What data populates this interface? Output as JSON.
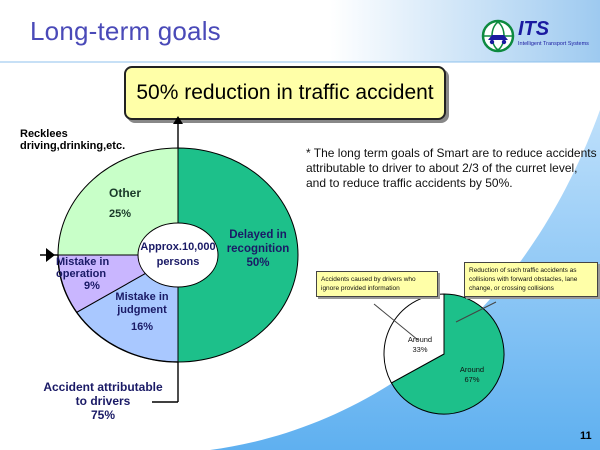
{
  "header": {
    "title": "Long-term goals",
    "logo_text": "ITS",
    "logo_sub": "Intelligent Transport Systems",
    "logo_icon": "globe-car-icon"
  },
  "headline": "50% reduction in traffic accident",
  "left_chart": {
    "annotation_top": "Recklees driving,drinking,etc.",
    "center": [
      "Approx.10,000",
      "persons"
    ],
    "segments": [
      {
        "label": [
          "Delayed in",
          "recognition"
        ],
        "value_label": "50%",
        "value": 50,
        "color": "#1dc08a"
      },
      {
        "label": [
          "Mistake in",
          "judgment"
        ],
        "value_label": "16%",
        "value": 16,
        "color": "#a9c8ff"
      },
      {
        "label": [
          "Mistake in",
          "operation"
        ],
        "value_label": "9%",
        "value": 9,
        "color": "#c9b6ff"
      },
      {
        "label": [
          "Other"
        ],
        "value_label": "25%",
        "value": 25,
        "color": "#c8ffc8"
      }
    ],
    "bottom_label": [
      "Accident attributable",
      "to drivers",
      "75%"
    ]
  },
  "note": "* The long term goals of Smart are to reduce accidents attributable to driver to about 2/3 of the curret level, and to reduce traffic accidents by 50%.",
  "right_chart": {
    "segments": [
      {
        "label": "Around",
        "value_label": "33%",
        "value": 33,
        "color": "#ffffff"
      },
      {
        "label": "Around",
        "value_label": "67%",
        "value": 67,
        "color": "#1dc08a"
      }
    ],
    "callout_left": "Accidents caused by drivers who ignore provided information",
    "callout_right": "Reduction of such traffic accidents as collisions with forward obstacles, lane change, or crossing collisions"
  },
  "page_number": "11",
  "colors": {
    "title": "#4a4ab8",
    "highlight": "#ffffa8",
    "green": "#1dc08a",
    "background_blue": "#6fb6f2"
  }
}
